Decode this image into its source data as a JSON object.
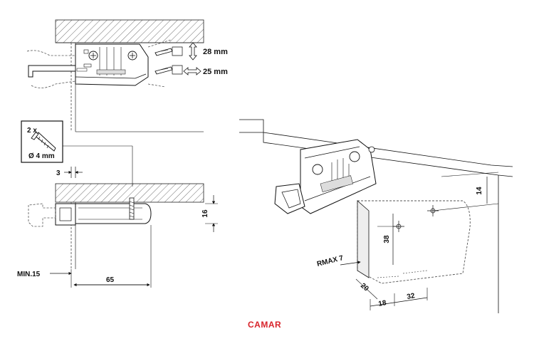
{
  "top_view": {
    "adjust_vertical": "28 mm",
    "adjust_horizontal": "25 mm"
  },
  "screw_box": {
    "count": "2 x",
    "diameter": "Ø 4 mm"
  },
  "side_view": {
    "offset": "3",
    "height": "16",
    "min_distance": "MIN.15",
    "depth": "65"
  },
  "perspective": {
    "d14": "14",
    "d38": "38",
    "radius": "RMAX 7",
    "d20": "20",
    "d18": "18",
    "d32": "32"
  },
  "brand": {
    "name": "CAMAR",
    "color": "#d8232a"
  }
}
